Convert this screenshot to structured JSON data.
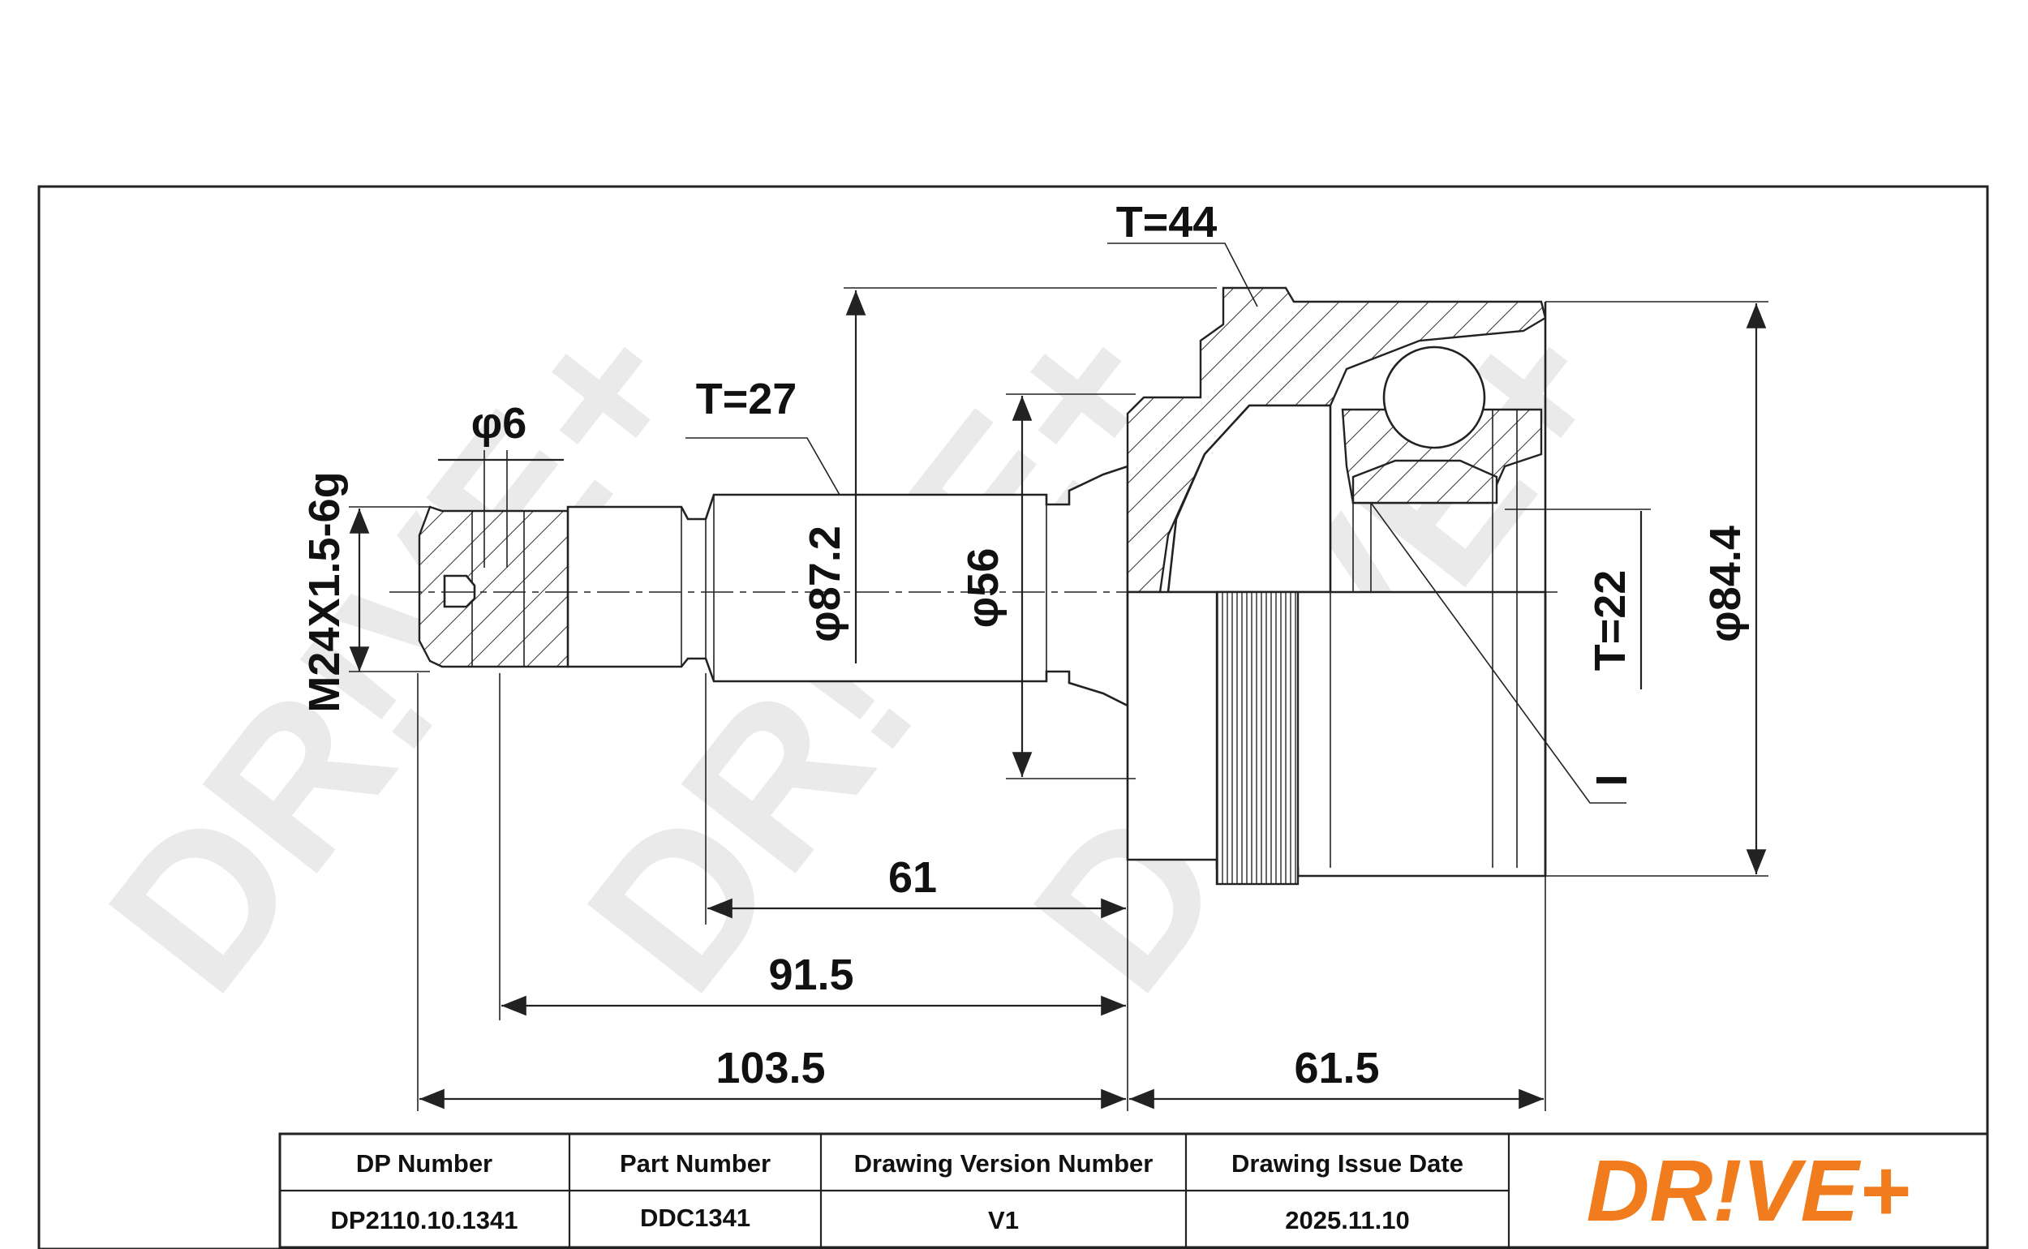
{
  "watermark": {
    "text": "DR!VE+",
    "color": "#d9d9d9"
  },
  "dimensions": {
    "thread_spec": "M24X1.5-6g",
    "phi_6": "φ6",
    "teeth_27": "T=27",
    "teeth_44": "T=44",
    "teeth_22": "T=22",
    "phi_87_2": "φ87.2",
    "phi_56": "φ56",
    "phi_84_4": "φ84.4",
    "len_61": "61",
    "len_91_5": "91.5",
    "len_103_5": "103.5",
    "len_61_5": "61.5",
    "marker_i": "I"
  },
  "title_block": {
    "headers": [
      "DP Number",
      "Part Number",
      "Drawing Version Number",
      "Drawing Issue Date"
    ],
    "values": [
      "DP2110.10.1341",
      "DDC1341",
      "V1",
      "2025.11.10"
    ]
  },
  "logo": {
    "text": "DR!VE+",
    "color": "#f07c1e"
  }
}
